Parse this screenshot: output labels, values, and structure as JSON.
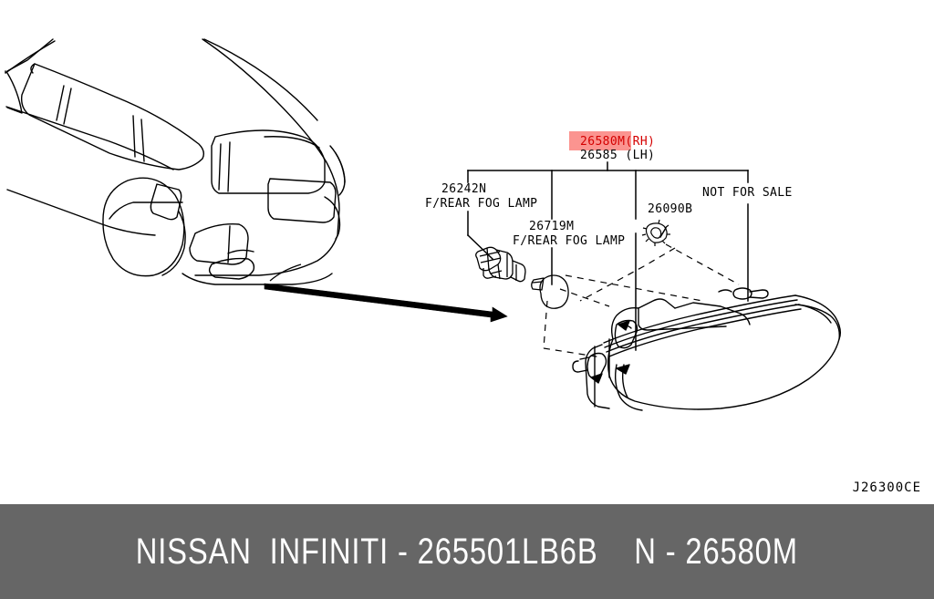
{
  "diagram": {
    "drawing_code": "J26300CE",
    "highlight_color": "#fb9490",
    "highlight_text_color": "#d40000",
    "line_color": "#000000",
    "background_color": "#ffffff",
    "vehicle_view": "rear three-quarter SUV outline",
    "detail_view": "front/rear fog lamp assembly exploded view"
  },
  "callouts": {
    "main": {
      "rh_number": "26580M",
      "rh_suffix": "(RH)",
      "lh_number": "26585",
      "lh_suffix": "(LH)",
      "highlighted": "26580M"
    },
    "items": [
      {
        "number": "26242N",
        "description": "F/REAR FOG LAMP"
      },
      {
        "number": "26719M",
        "description": "F/REAR FOG LAMP"
      },
      {
        "number": "26090B",
        "description": ""
      }
    ],
    "not_for_sale": "NOT FOR SALE"
  },
  "banner": {
    "brand": "NISSAN  INFINITI",
    "separator": "-",
    "part_number": "265501LB6B",
    "catalog_prefix": "N",
    "catalog_number": "26580M",
    "full_text": "NISSAN  INFINITI - 265501LB6B    N - 26580M",
    "background_color": "#666666",
    "text_color": "#ffffff"
  }
}
